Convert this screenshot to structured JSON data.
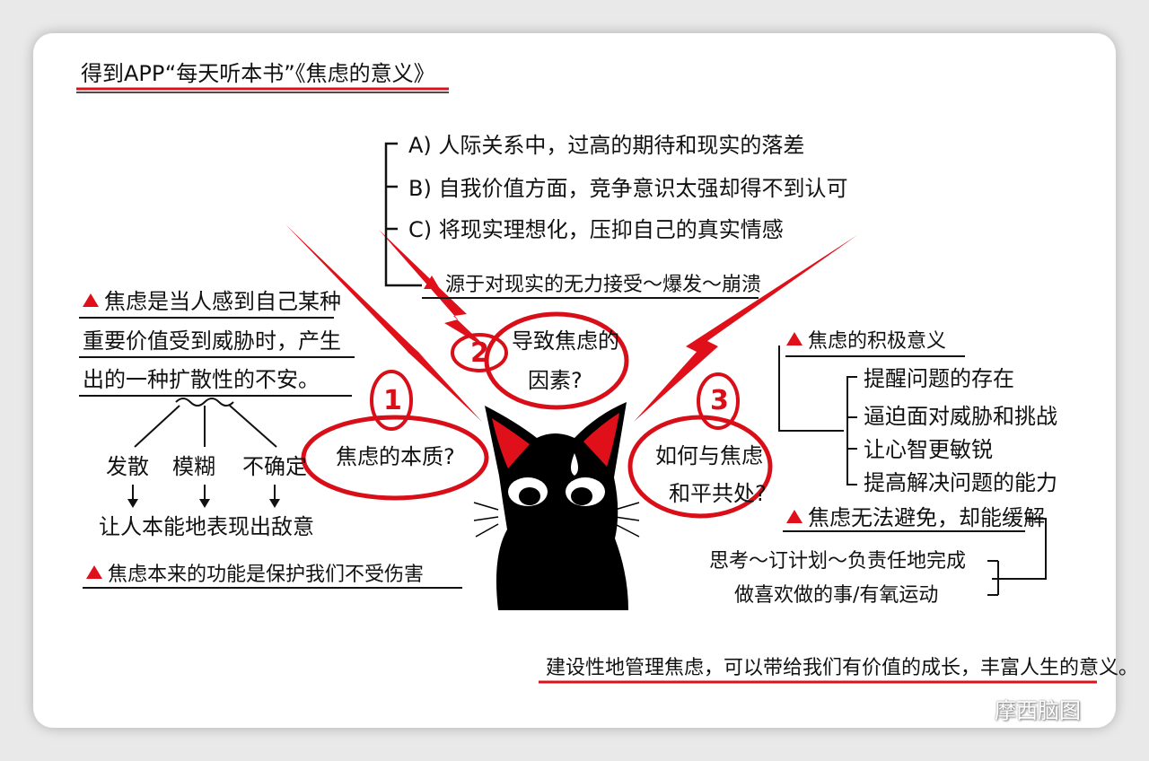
{
  "title": "得到APP“每天听本书”《焦虑的意义》",
  "branch1": {
    "number": "1",
    "question": "焦虑的本质?",
    "definition_lines": [
      "焦虑是当人感到自己某种",
      "重要价值受到威胁时，产生",
      "出的一种扩散性的不安。"
    ],
    "traits": [
      "发散",
      "模糊",
      "不确定"
    ],
    "result": "让人本能地表现出敌意",
    "function": "焦虑本来的功能是保护我们不受伤害"
  },
  "branch2": {
    "number": "2",
    "question_line1": "导致焦虑的",
    "question_line2": "因素?",
    "causes": [
      "A) 人际关系中，过高的期待和现实的落差",
      "B) 自我价值方面，竞争意识太强却得不到认可",
      "C) 将现实理想化，压抑自己的真实情感"
    ],
    "summary": "源于对现实的无力接受～爆发～崩溃"
  },
  "branch3": {
    "number": "3",
    "question_line1": "如何与焦虑",
    "question_line2": "和平共处?",
    "positive_title": "焦虑的积极意义",
    "positives": [
      "提醒问题的存在",
      "逼迫面对威胁和挑战",
      "让心智更敏锐",
      "提高解决问题的能力"
    ],
    "relief_title": "焦虑无法避免，却能缓解",
    "relief_lines": [
      "思考～订计划～负责任地完成",
      "做喜欢做的事/有氧运动"
    ]
  },
  "conclusion": "建设性地管理焦虑，可以带给我们有价值的成长，丰富人生的意义。",
  "watermark": "摩西脑图",
  "colors": {
    "accent": "#e0101a",
    "ink": "#111111",
    "cat": "#000000",
    "paper": "#ffffff",
    "background": "#e9e9e9"
  }
}
